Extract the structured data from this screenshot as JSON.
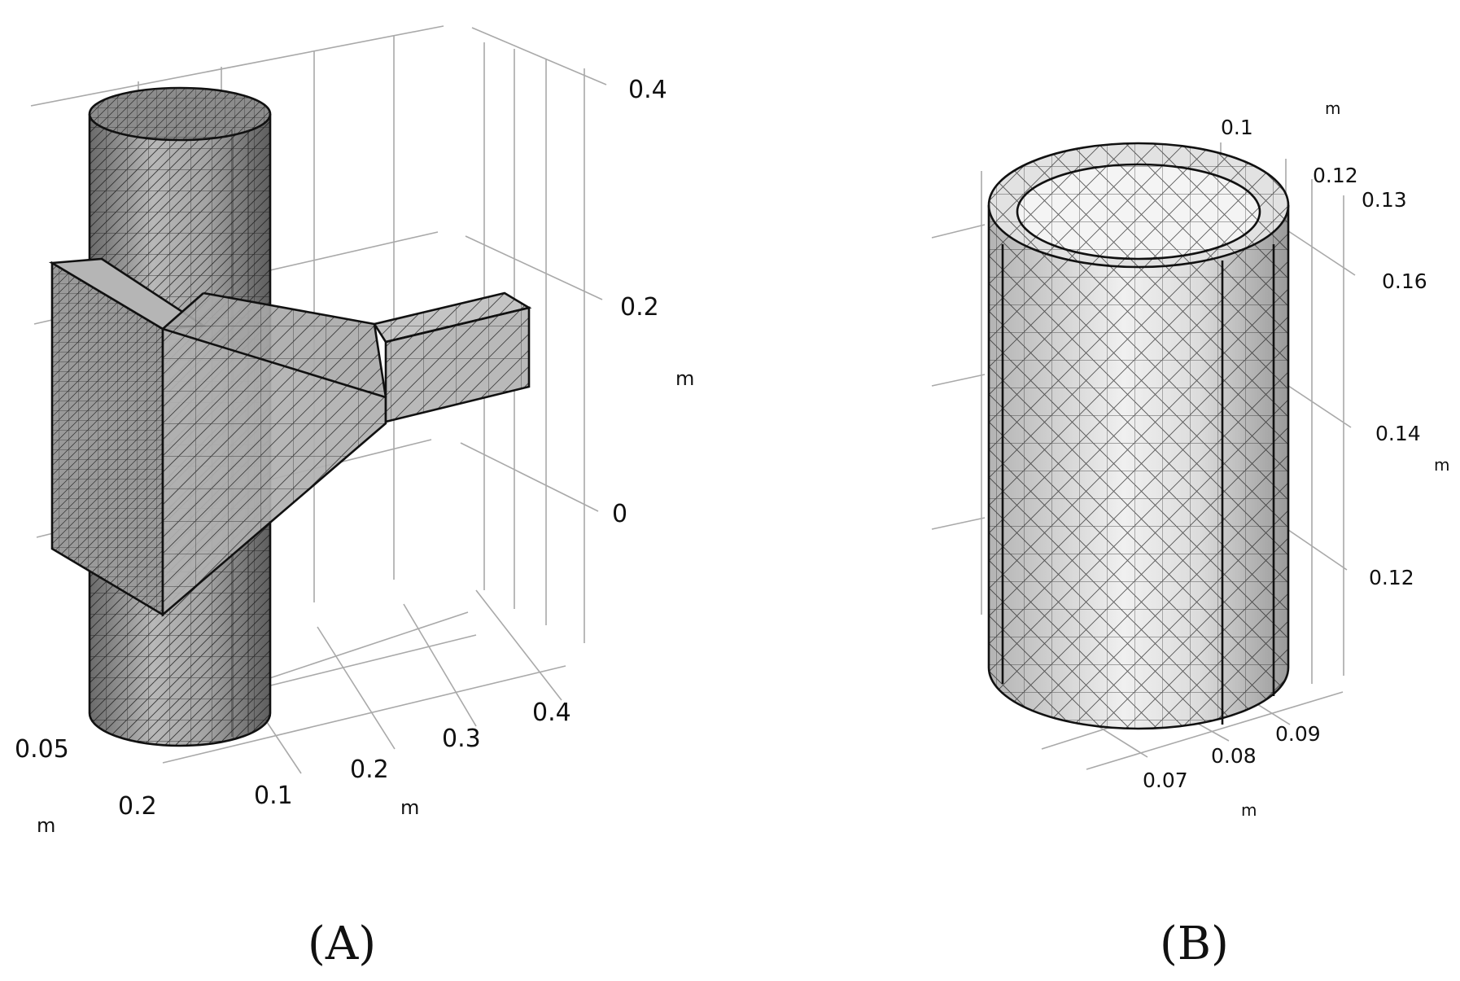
{
  "panels": [
    {
      "caption": "(A)",
      "z_ticks": [
        "0.4",
        "0.2",
        "0"
      ],
      "z_unit": "m",
      "x_ticks": [
        "0.1",
        "0.2",
        "0.3",
        "0.4"
      ],
      "x_unit": "m",
      "y_ticks": [
        "0.05",
        "0.2"
      ],
      "y_unit": "m"
    },
    {
      "caption": "(B)",
      "top_ticks": [
        "0.1",
        "0.12",
        "0.13"
      ],
      "top_unit": "m",
      "z_ticks": [
        "0.16",
        "0.14",
        "0.12"
      ],
      "z_unit": "m",
      "x_ticks": [
        "0.07",
        "0.08",
        "0.09"
      ],
      "x_unit": "m"
    }
  ]
}
